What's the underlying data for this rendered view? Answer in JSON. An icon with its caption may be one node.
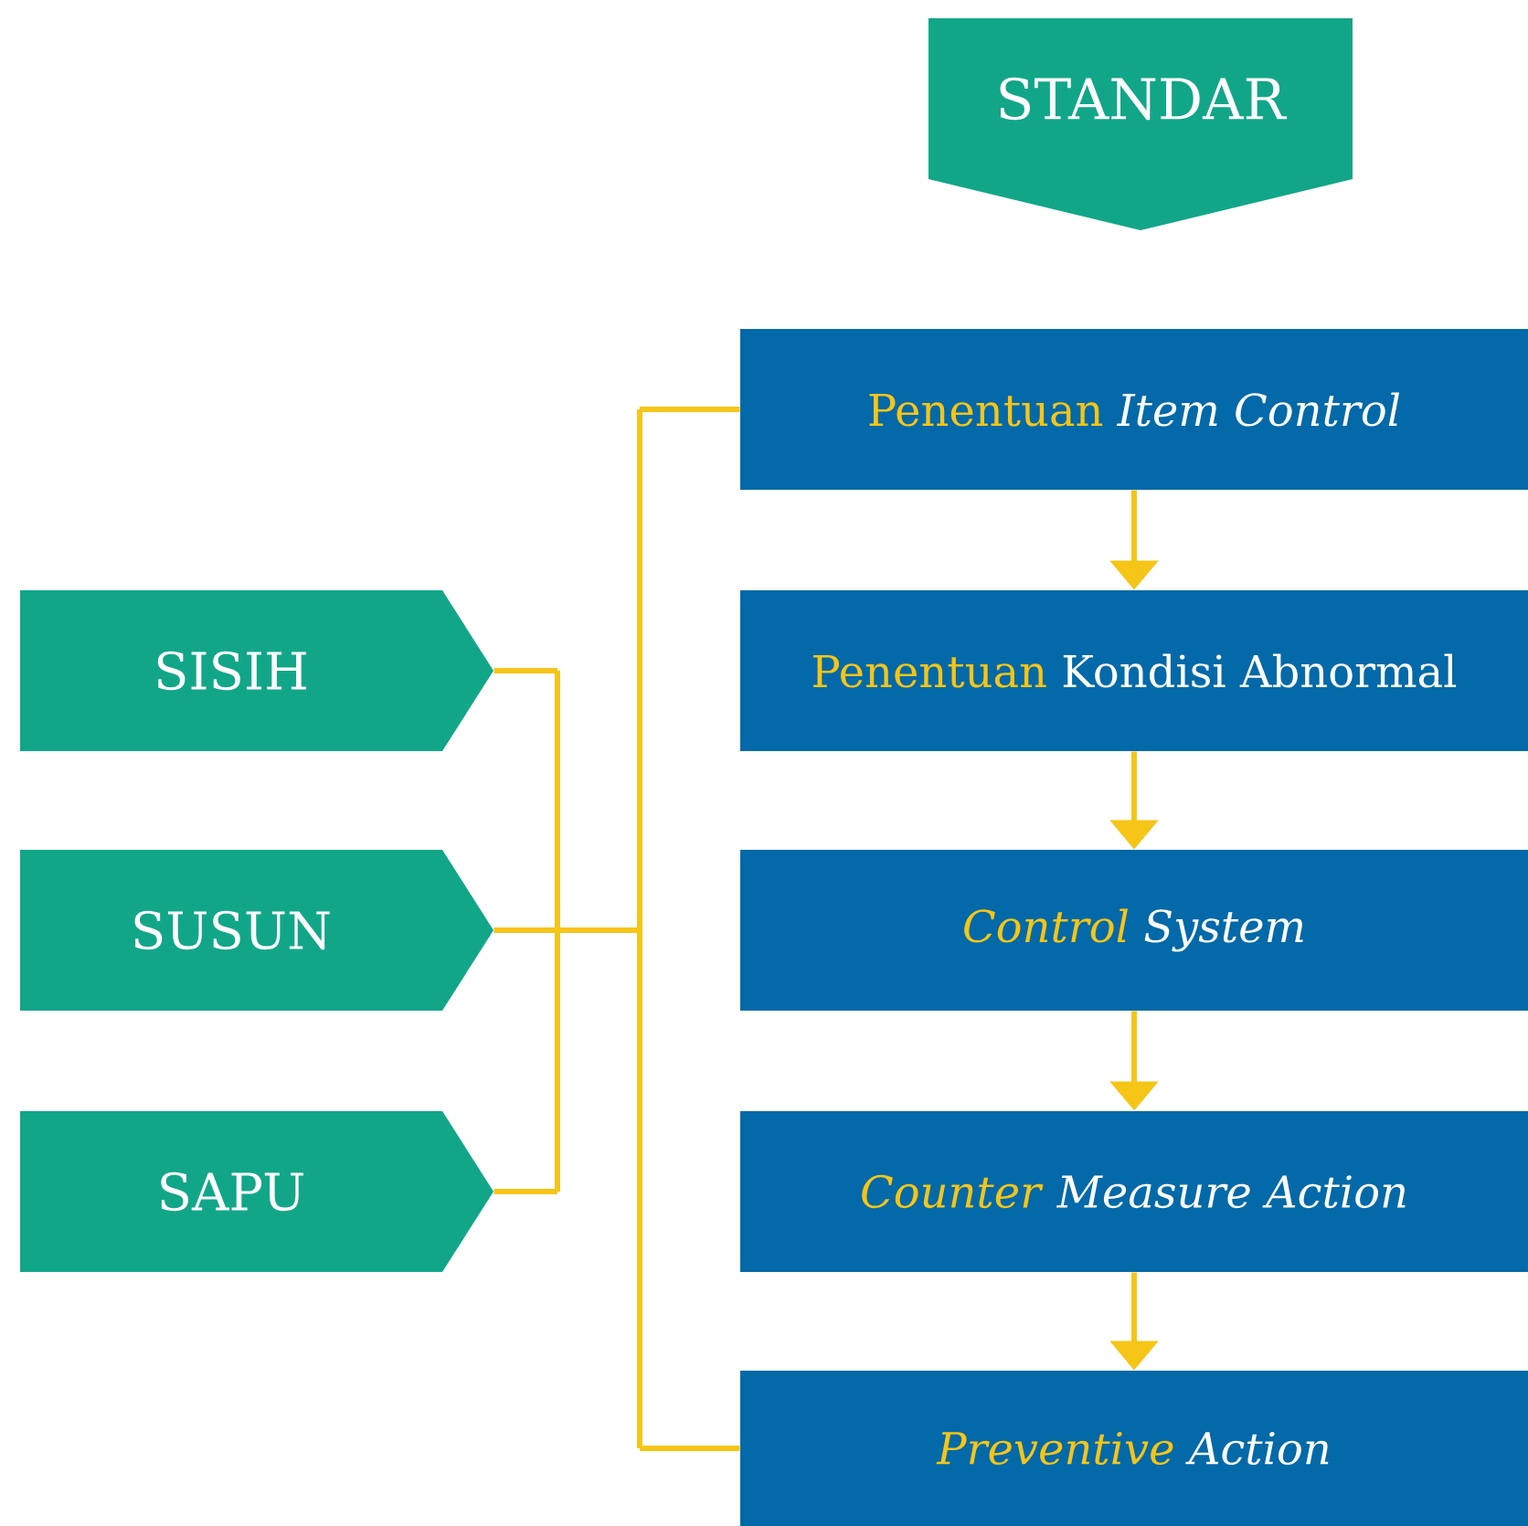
{
  "diagram": {
    "nodes": [
      {
        "text": [
          "STANDAR"
        ]
      },
      {
        "text": [
          "Penentuan",
          "*Item Control*"
        ]
      },
      {
        "text": [
          "Penentuan",
          "Kondisi Abnormal"
        ]
      },
      {
        "text": [
          "*Control*",
          "*System*"
        ]
      },
      {
        "text": [
          "*Counter*",
          "*Measure Action*"
        ]
      },
      {
        "text": [
          "*Preventive*",
          "*Action*"
        ]
      },
      {
        "text": [
          "SISIH"
        ]
      },
      {
        "text": [
          "SUSUN"
        ]
      },
      {
        "text": [
          "SAPU"
        ]
      }
    ],
    "edges": [
      {
        "from": 1,
        "to": 2,
        "arrow": "to"
      },
      {
        "from": 2,
        "to": 3,
        "arrow": "to"
      },
      {
        "from": 3,
        "to": 4,
        "arrow": "to"
      },
      {
        "from": 4,
        "to": 5,
        "arrow": "to"
      },
      {
        "from": 6,
        "to": 1,
        "arrow": "none"
      },
      {
        "from": 7,
        "to": 1,
        "arrow": "none"
      },
      {
        "from": 8,
        "to": 1,
        "arrow": "none"
      },
      {
        "from": 6,
        "to": 5,
        "arrow": "none"
      },
      {
        "from": 7,
        "to": 5,
        "arrow": "none"
      },
      {
        "from": 8,
        "to": 5,
        "arrow": "none"
      }
    ]
  }
}
